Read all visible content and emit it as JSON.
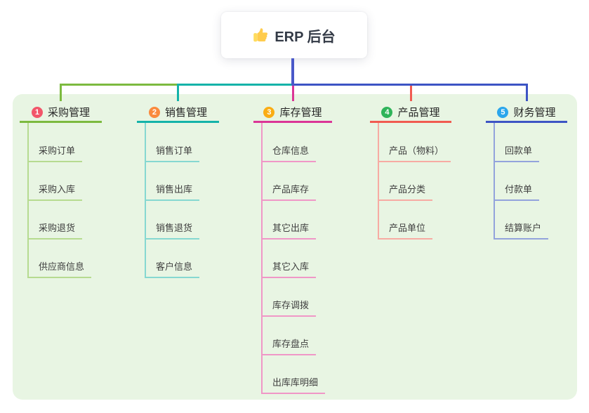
{
  "root": {
    "label": "ERP 后台",
    "icon": "thumbs-up",
    "line_color": "#4a59c9"
  },
  "panel": {
    "background": "#e8f5e3"
  },
  "branches": [
    {
      "number": "1",
      "label": "采购管理",
      "badge_color": "#f2566a",
      "line_color": "#7cba3f",
      "child_line_color": "#b6db90",
      "children": [
        "采购订单",
        "采购入库",
        "采购退货",
        "供应商信息"
      ]
    },
    {
      "number": "2",
      "label": "销售管理",
      "badge_color": "#fa8a3d",
      "line_color": "#14b3a9",
      "child_line_color": "#86d8d1",
      "children": [
        "销售订单",
        "销售出库",
        "销售退货",
        "客户信息"
      ]
    },
    {
      "number": "3",
      "label": "库存管理",
      "badge_color": "#faad14",
      "line_color": "#db3596",
      "child_line_color": "#f097c7",
      "children": [
        "仓库信息",
        "产品库存",
        "其它出库",
        "其它入库",
        "库存调拨",
        "库存盘点",
        "出库库明细"
      ]
    },
    {
      "number": "4",
      "label": "产品管理",
      "badge_color": "#2fb45a",
      "line_color": "#f15b51",
      "child_line_color": "#f7aba3",
      "children": [
        "产品（物料）",
        "产品分类",
        "产品单位"
      ]
    },
    {
      "number": "5",
      "label": "财务管理",
      "badge_color": "#2ba6ec",
      "line_color": "#3d54c4",
      "child_line_color": "#93a3dc",
      "children": [
        "回款单",
        "付款单",
        "结算账户"
      ]
    }
  ]
}
